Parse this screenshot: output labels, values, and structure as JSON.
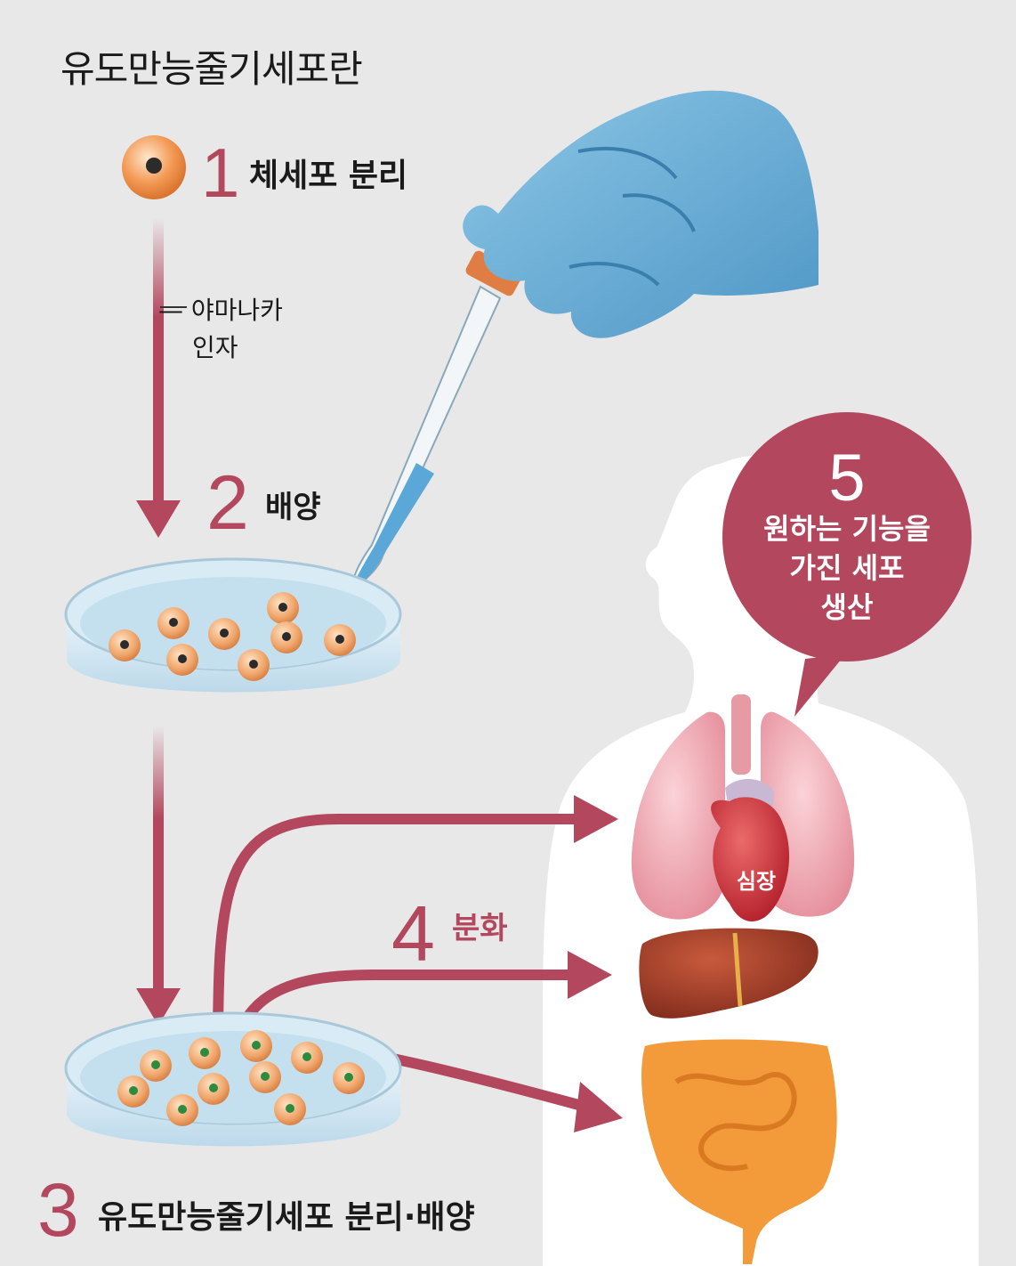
{
  "title": "유도만능줄기세포란",
  "steps": {
    "step1": {
      "number": "1",
      "label": "체세포 분리"
    },
    "factor_line1": "— 야마나카",
    "factor_line2": "인자",
    "step2": {
      "number": "2",
      "label": "배양"
    },
    "step3": {
      "number": "3",
      "label": "유도만능줄기세포 분리·배양"
    },
    "step4": {
      "number": "4",
      "label": "분화"
    },
    "step5": {
      "number": "5",
      "label_lines": [
        "원하는 기능을",
        "가진 세포",
        "생산"
      ]
    }
  },
  "organs": {
    "heart_label": "심장"
  },
  "colors": {
    "accent": "#b2475d",
    "background": "#e8e8e9",
    "glove": "#6fb2d9",
    "cell": "#f0a56a",
    "dish": "#cfe6f3"
  }
}
